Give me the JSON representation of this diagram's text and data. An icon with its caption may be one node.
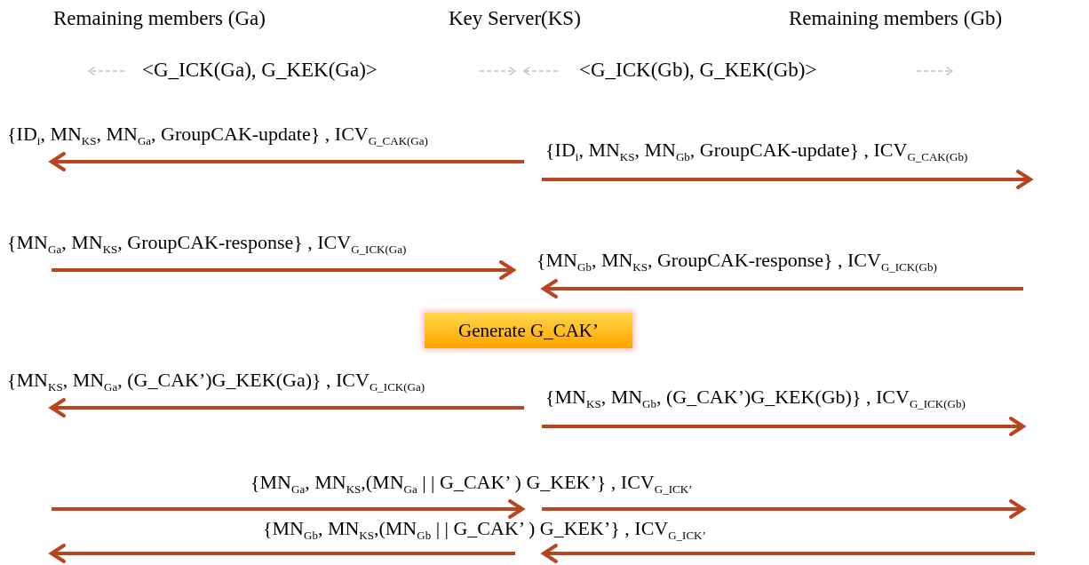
{
  "diagram": {
    "nodes": [
      {
        "text": [
          "Remaining members (Ga)"
        ]
      },
      {
        "text": [
          "Key Server(KS)"
        ]
      },
      {
        "text": [
          "Remaining members (Gb)"
        ]
      },
      {
        "text": [
          "Generate G_CAK’"
        ]
      }
    ],
    "labels": [
      "<G_ICK(Ga), G_KEK(Ga)>",
      "<G_ICK(Gb), G_KEK(Gb)>",
      "{ID$_{i}$, MN$_{KS}$, MN$_{Ga}$, GroupCAK-update} , ICV$_{G_CAK(Ga)}$",
      "{ID$_{i}$, MN$_{KS}$, MN$_{Gb}$, GroupCAK-update} , ICV$_{G_CAK(Gb)}$",
      "{MN$_{Ga}$, MN$_{KS}$, GroupCAK-response} , ICV$_{G_ICK(Ga)}$",
      "{MN$_{Gb}$, MN$_{KS}$, GroupCAK-response} , ICV$_{G_ICK(Gb)}$",
      "{MN$_{KS}$, MN$_{Ga}$, (G_CAK’)G_KEK(Ga)} , ICV$_{G_ICK(Ga)}$",
      "{MN$_{KS}$, MN$_{Gb}$, (G_CAK’)G_KEK(Gb)} , ICV$_{G_ICK(Gb)}$",
      "{MN$_{Ga}$, MN$_{KS}$,(MN$_{Ga}$ | | G_CAK’ ) G_KEK’} , ICV$_{G_ICK’}$",
      "{MN$_{Gb}$, MN$_{KS}$,(MN$_{Gb}$ | | G_CAK’ ) G_KEK’} , ICV$_{G_ICK’}$"
    ]
  }
}
